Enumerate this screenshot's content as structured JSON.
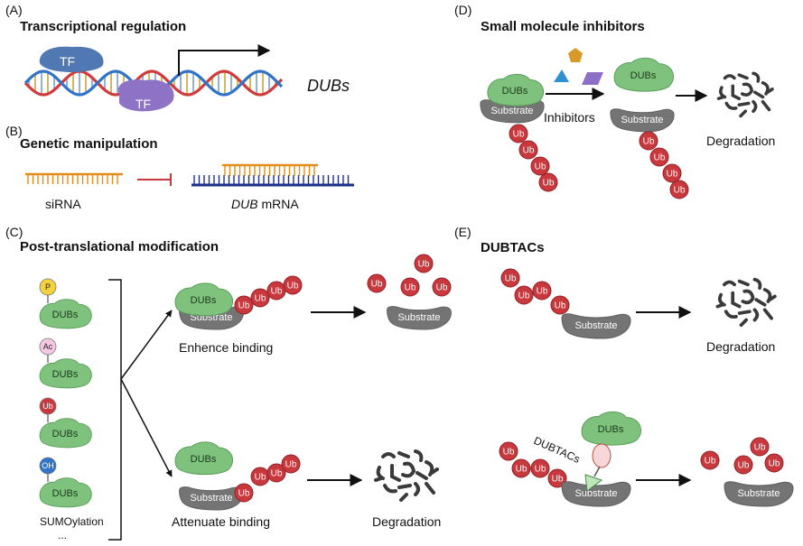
{
  "colors": {
    "dub_green": "#7fc27e",
    "dub_dark": "#4f9a52",
    "substrate_grey": "#7a7a7a",
    "ub_red": "#c8383c",
    "tf_blue": "#5079b4",
    "tf_purple": "#8e72c6",
    "dna_red": "#d13b3b",
    "dna_blue": "#2f74c9",
    "sirna_orange": "#e48b18",
    "mrna_navy": "#1d2f8a",
    "inhibit_red": "#c43a3a"
  },
  "panels": {
    "A": {
      "letter": "(A)",
      "title": "Transcriptional regulation",
      "tf_top": "TF",
      "tf_bottom": "TF",
      "dubs": "DUBs"
    },
    "B": {
      "letter": "(B)",
      "title": "Genetic manipulation",
      "sirna": "siRNA",
      "mrna_gene": "DUB",
      "mrna_suffix": " mRNA"
    },
    "C": {
      "letter": "(C)",
      "title": "Post-translational modification",
      "mods": [
        {
          "tag": "P",
          "name": "DUBs"
        },
        {
          "tag": "Ac",
          "name": "DUBs"
        },
        {
          "tag": "Ub",
          "name": "DUBs"
        },
        {
          "tag": "OH",
          "name": "DUBs"
        }
      ],
      "sumo": "SUMOylation",
      "more": "...",
      "enhance_label": "Enhence binding",
      "attenuate_label": "Attenuate binding",
      "degradation": "Degradation"
    },
    "D": {
      "letter": "(D)",
      "title": "Small molecule inhibitors",
      "inhibitors": "Inhibitors",
      "degradation": "Degradation"
    },
    "E": {
      "letter": "(E)",
      "title": "DUBTACs",
      "dubtacs": "DUBTACs",
      "degradation": "Degradation"
    }
  },
  "common": {
    "dubs": "DUBs",
    "substrate": "Substrate",
    "ub": "Ub"
  }
}
